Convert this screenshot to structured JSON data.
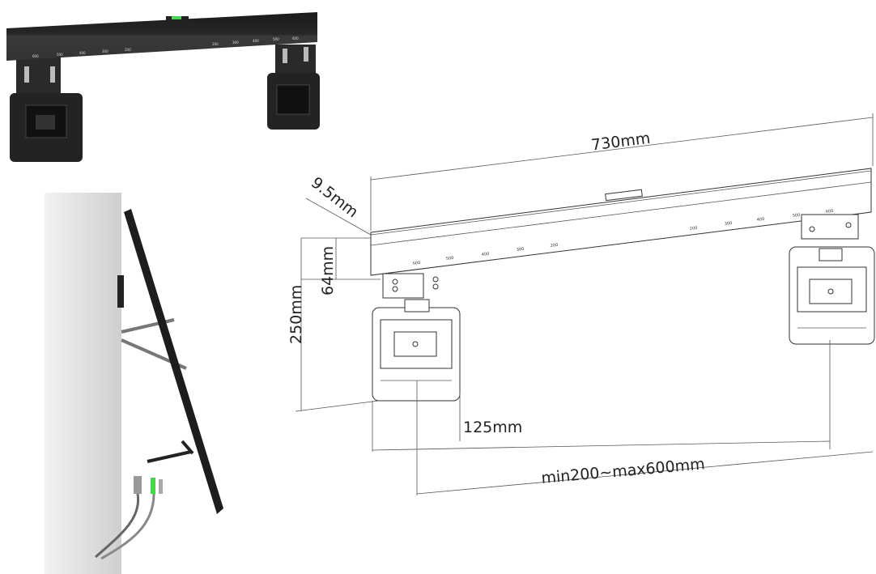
{
  "dimensions": {
    "length": "730mm",
    "depth": "9.5mm",
    "bar_height": "64mm",
    "total_height": "250mm",
    "bracket_width": "125mm",
    "vesa_range": "min200~max600mm"
  },
  "scale_left": [
    "600",
    "500",
    "400",
    "300",
    "200"
  ],
  "scale_right": [
    "200",
    "300",
    "400",
    "500",
    "600"
  ],
  "colors": {
    "bar": "#2b2b2b",
    "level": "#3fdc4a",
    "wall": "#d9d9d9"
  }
}
